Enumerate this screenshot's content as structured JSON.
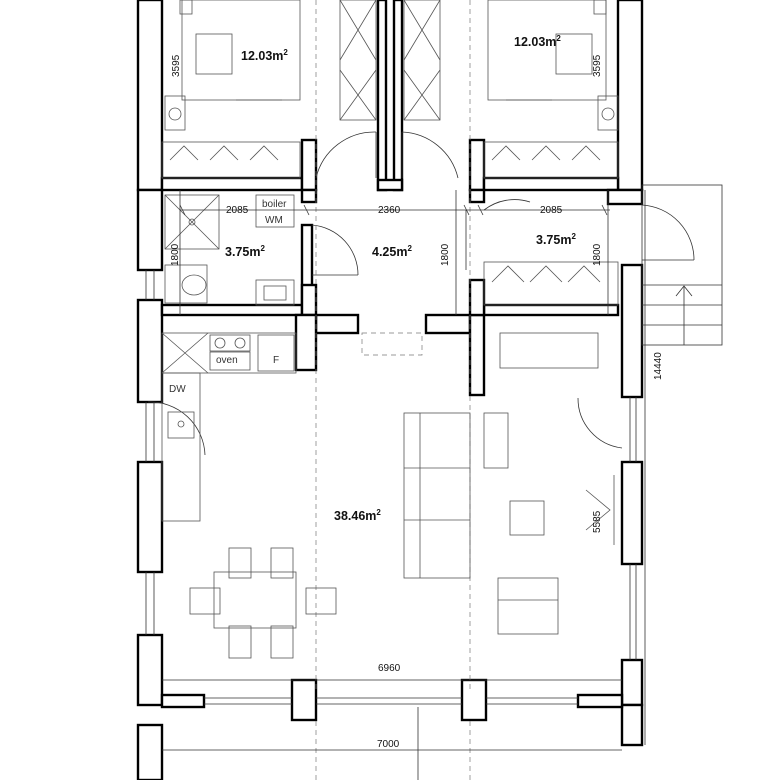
{
  "areas": {
    "bedroom_left": "12.03",
    "bedroom_right": "12.03",
    "bathroom": "3.75",
    "hall": "4.25",
    "wardrobe": "3.75",
    "living": "38.46",
    "unit": "m",
    "unit_exp": "2"
  },
  "dimensions": {
    "bedroom_left_height": "3595",
    "bedroom_right_height": "3595",
    "bath_width": "2085",
    "hall_width": "2360",
    "wardrobe_width": "2085",
    "bath_height": "1800",
    "hall_height": "1800",
    "wardrobe_height": "1800",
    "total_height": "14440",
    "living_depth": "5585",
    "living_width": "6960",
    "terrace_width": "7000"
  },
  "labels": {
    "boiler": "boiler",
    "washing_machine": "WM",
    "oven": "oven",
    "fridge": "F",
    "dishwasher": "DW"
  }
}
